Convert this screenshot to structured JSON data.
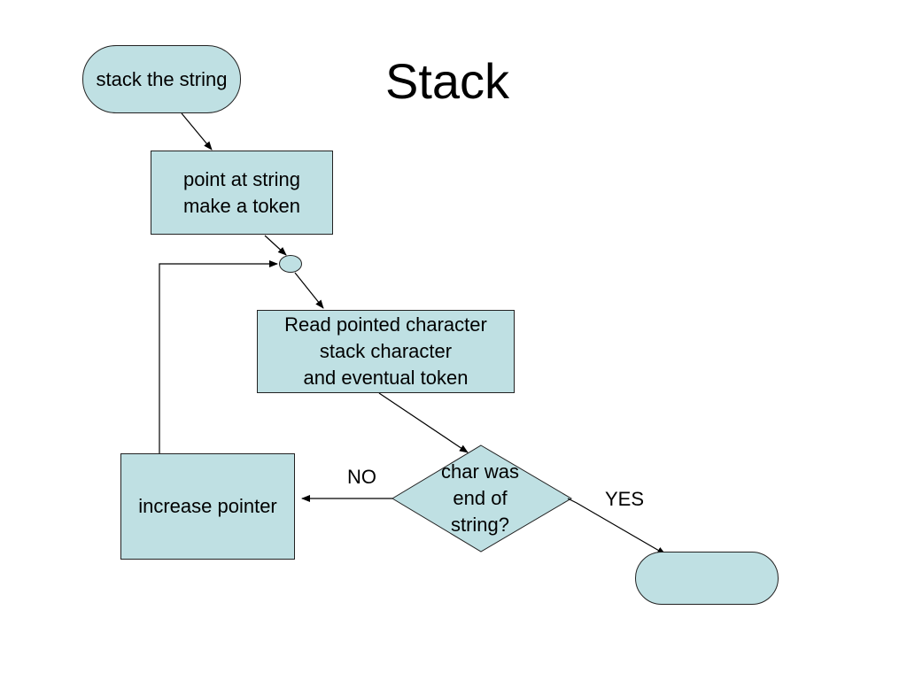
{
  "title": "Stack",
  "nodes": {
    "start": "stack the string",
    "init": "point at string\nmake a token",
    "process": "Read pointed character\nstack character\nand eventual  token",
    "decision": "char was\nend of\nstring?",
    "increment": "increase pointer",
    "end": ""
  },
  "labels": {
    "no": "NO",
    "yes": "YES"
  },
  "colors": {
    "shape_fill": "#bfe0e3",
    "stroke": "#222222"
  }
}
